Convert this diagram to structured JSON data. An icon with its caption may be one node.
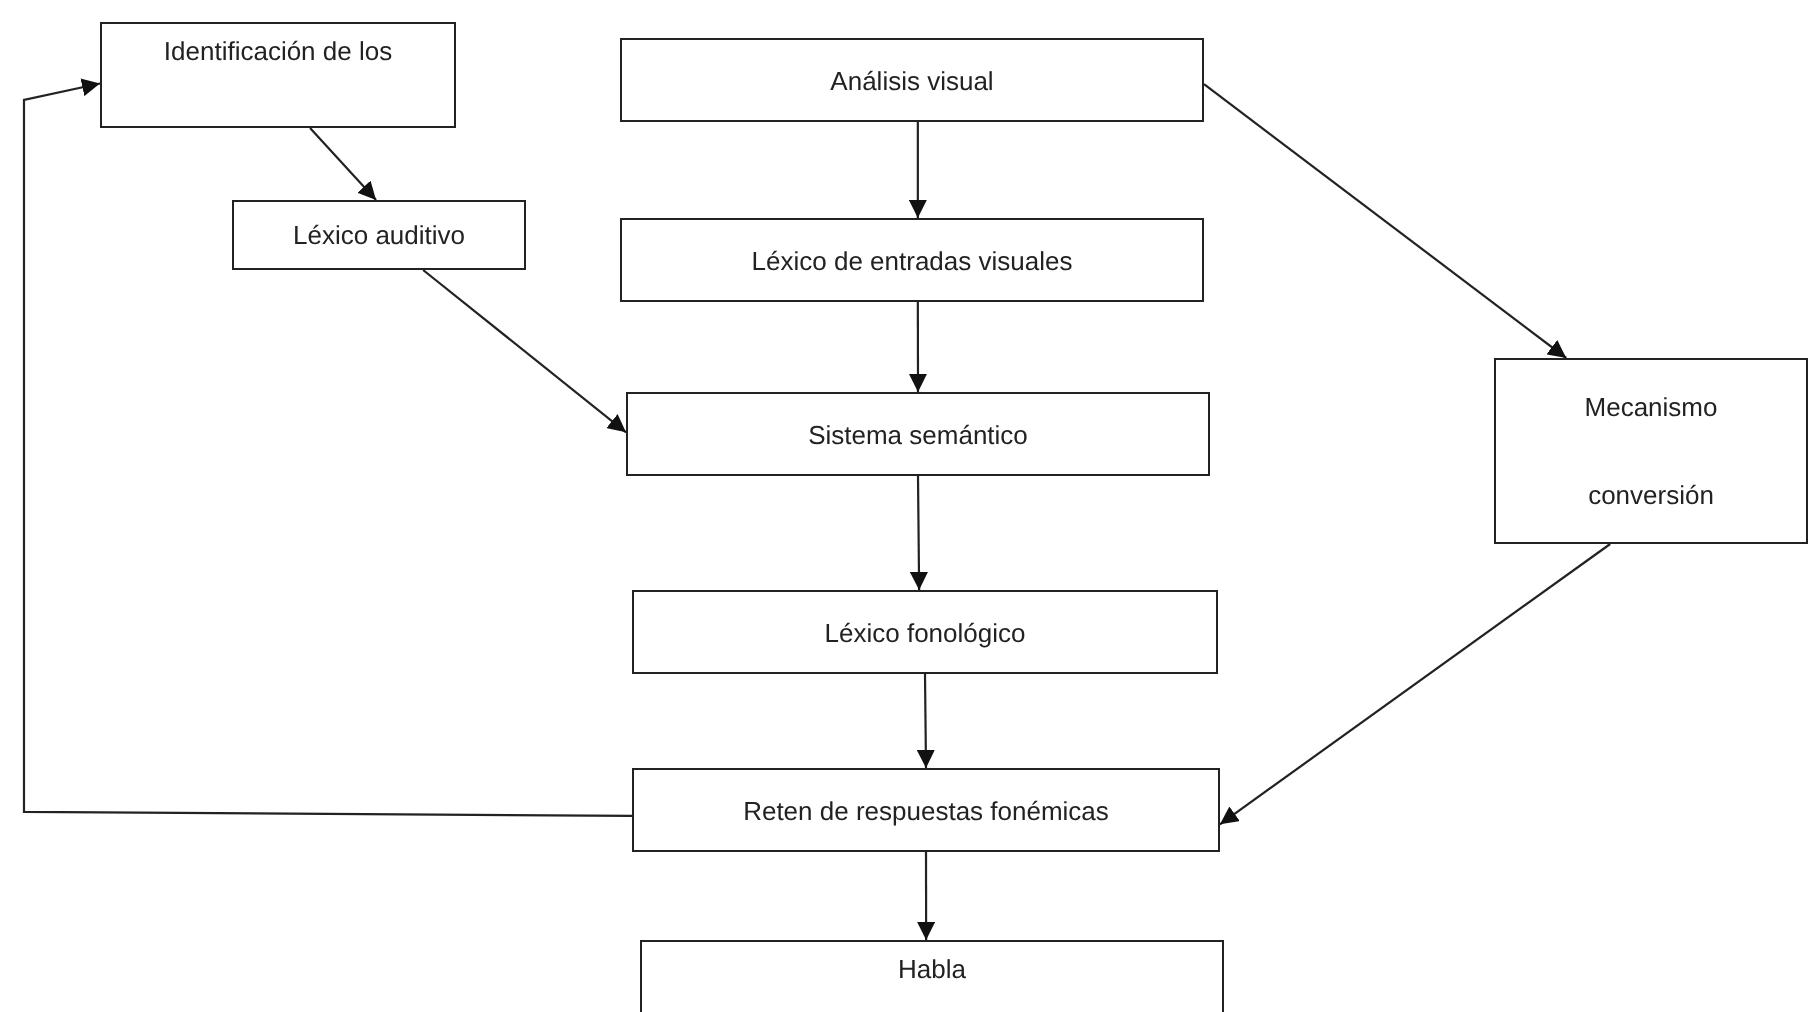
{
  "diagram": {
    "nodes": [
      {
        "text": [
          "Identificación de los"
        ]
      },
      {
        "text": [
          "Análisis visual"
        ]
      },
      {
        "text": [
          "Léxico auditivo"
        ]
      },
      {
        "text": [
          "Léxico de entradas visuales"
        ]
      },
      {
        "text": [
          "Sistema semántico"
        ]
      },
      {
        "text": [
          "Mecanismo conversión"
        ]
      },
      {
        "text": [
          "Léxico fonológico"
        ]
      },
      {
        "text": [
          "Reten de respuestas fonémicas"
        ]
      },
      {
        "text": [
          "Habla"
        ]
      }
    ],
    "edges": [
      {
        "from": 0,
        "to": 2,
        "arrow": "to"
      },
      {
        "from": 1,
        "to": 3,
        "arrow": "to"
      },
      {
        "from": 1,
        "to": 5,
        "arrow": "to"
      },
      {
        "from": 2,
        "to": 4,
        "arrow": "to"
      },
      {
        "from": 3,
        "to": 4,
        "arrow": "to"
      },
      {
        "from": 4,
        "to": 6,
        "arrow": "to"
      },
      {
        "from": 6,
        "to": 7,
        "arrow": "to"
      },
      {
        "from": 5,
        "to": 7,
        "arrow": "to"
      },
      {
        "from": 7,
        "to": 8,
        "arrow": "to"
      },
      {
        "from": 7,
        "to": 0,
        "arrow": "to"
      }
    ]
  }
}
